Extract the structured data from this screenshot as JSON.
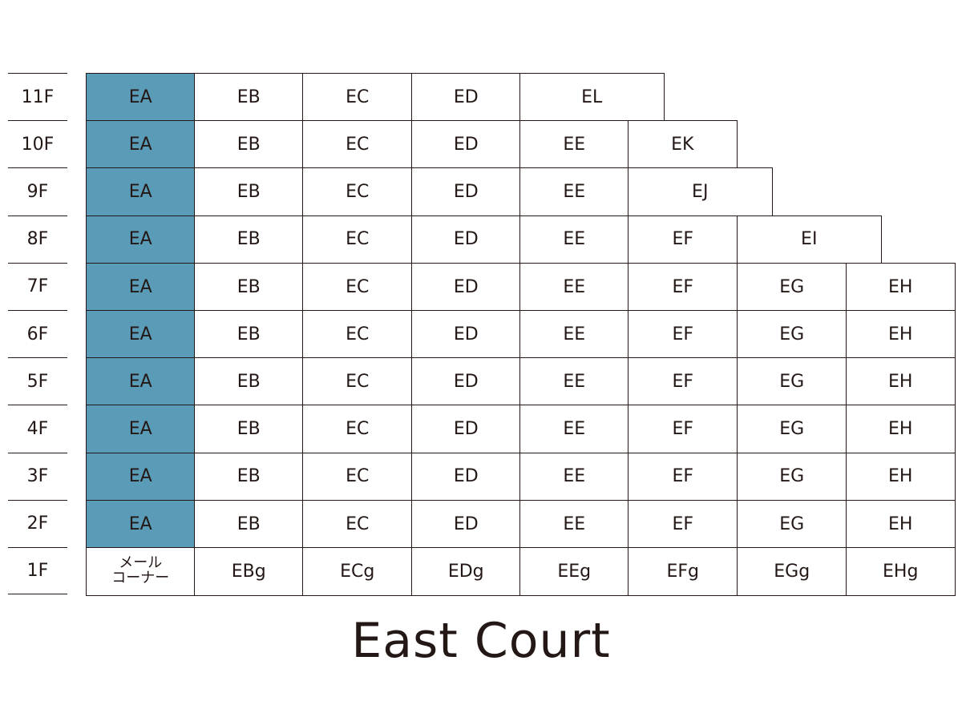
{
  "building": {
    "title": "East Court",
    "highlight_color": "#5a9bb7",
    "line_color": "#231815",
    "floors": [
      {
        "label": "11F",
        "units": [
          "EA",
          "EB",
          "EC",
          "ED",
          "EL"
        ]
      },
      {
        "label": "10F",
        "units": [
          "EA",
          "EB",
          "EC",
          "ED",
          "EE",
          "EK"
        ]
      },
      {
        "label": "9F",
        "units": [
          "EA",
          "EB",
          "EC",
          "ED",
          "EE",
          "EJ"
        ]
      },
      {
        "label": "8F",
        "units": [
          "EA",
          "EB",
          "EC",
          "ED",
          "EE",
          "EF",
          "EI"
        ]
      },
      {
        "label": "7F",
        "units": [
          "EA",
          "EB",
          "EC",
          "ED",
          "EE",
          "EF",
          "EG",
          "EH"
        ]
      },
      {
        "label": "6F",
        "units": [
          "EA",
          "EB",
          "EC",
          "ED",
          "EE",
          "EF",
          "EG",
          "EH"
        ]
      },
      {
        "label": "5F",
        "units": [
          "EA",
          "EB",
          "EC",
          "ED",
          "EE",
          "EF",
          "EG",
          "EH"
        ]
      },
      {
        "label": "4F",
        "units": [
          "EA",
          "EB",
          "EC",
          "ED",
          "EE",
          "EF",
          "EG",
          "EH"
        ]
      },
      {
        "label": "3F",
        "units": [
          "EA",
          "EB",
          "EC",
          "ED",
          "EE",
          "EF",
          "EG",
          "EH"
        ]
      },
      {
        "label": "2F",
        "units": [
          "EA",
          "EB",
          "EC",
          "ED",
          "EE",
          "EF",
          "EG",
          "EH"
        ]
      },
      {
        "label": "1F",
        "units": [
          "メール\nコーナー",
          "EBg",
          "ECg",
          "EDg",
          "EEg",
          "EFg",
          "EGg",
          "EHg"
        ]
      }
    ],
    "highlighted_unit": "EA"
  }
}
